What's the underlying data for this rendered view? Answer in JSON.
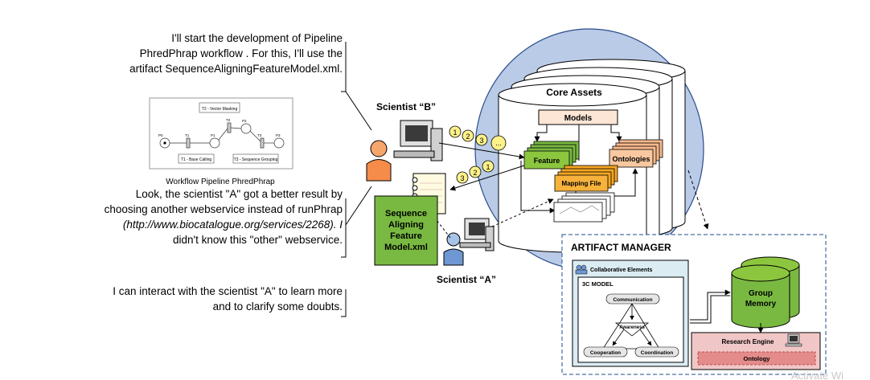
{
  "quotes": {
    "q1": [
      "I'll start the development of Pipeline",
      "PhredPhrap workflow . For this, I'll use the",
      "artifact SequenceAligningFeatureModel.xml."
    ],
    "q2": [
      "Look, the scientist \"A\" got a better result by",
      "choosing another webservice instead of runPhrap",
      "(http://www.biocatalogue.org/services/2268). I",
      "didn't know this \"other\" webservice."
    ],
    "q3": [
      "I can interact with the scientist \"A\" to learn more",
      "and to clarify some doubts."
    ]
  },
  "workflow": {
    "caption": "Workflow Pipeline PhredPhrap",
    "t2": "T2 - Vector Masking",
    "t1": "T1 - Base Calling",
    "t3": "T3 - Sequence Grouping",
    "labels": [
      "P0",
      "T1",
      "P1",
      "T2",
      "P2",
      "T3",
      "P3"
    ]
  },
  "scientists": {
    "b": "Scientist “B”",
    "a": "Scientist “A”"
  },
  "steps_top": [
    "1",
    "2",
    "3",
    "..."
  ],
  "steps_bottom": [
    "3",
    "2",
    "1"
  ],
  "sequence_doc": [
    "Sequence",
    "Aligning",
    "Feature",
    "Model.xml"
  ],
  "core": {
    "title": "Core Assets",
    "models": "Models",
    "feature": "Feature",
    "ontologies": "Ontologies",
    "mapping": "Mapping File"
  },
  "manager": {
    "title": "ARTIFACT MANAGER",
    "collab": "Collaborative Elements",
    "model3c": "3C MODEL",
    "communication": "Communication",
    "awareness": "Awareness",
    "cooperation": "Cooperation",
    "coordination": "Coordination",
    "group_memory": [
      "Group",
      "Memory"
    ],
    "research": "Research Engine",
    "ontology": "Ontology"
  },
  "watermark": "Activate Wi",
  "colors": {
    "ellipse": "#b9cbe6",
    "green": "#79b941",
    "orange": "#f5a623",
    "salmon": "#f7b98c",
    "peach": "#fde6d5",
    "teal": "#dbecf3",
    "pink": "#f1c6c6",
    "coin": "#fff18a"
  }
}
